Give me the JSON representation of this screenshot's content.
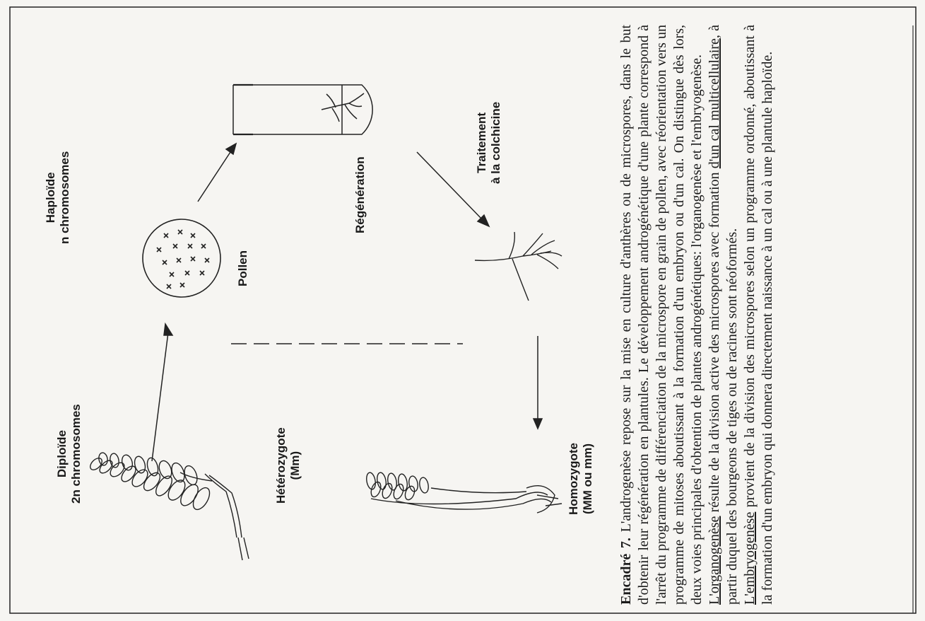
{
  "diagram": {
    "diploid_label": [
      "Diploïde",
      "2n chromosomes"
    ],
    "heterozygote_label": [
      "Hétérozygote",
      "(Mm)"
    ],
    "haploid_label": [
      "Haploïde",
      "n chromosomes"
    ],
    "pollen_label": "Pollen",
    "regeneration_label": "Régénération",
    "colchicine_label": [
      "Traitement",
      "à la colchicine"
    ],
    "homozygote_label": [
      "Homozygote",
      "(MM ou mm)"
    ]
  },
  "caption": {
    "title": "Encadré 7.",
    "paragraph1": "L'androgenèse repose sur la mise en culture d'anthères ou de microspores, dans le but d'obtenir leur régénération en plantules. Le développement androgénétique d'une plante correspond à l'arrêt du programme de différenciation de la microspore en grain de pollen, avec réorientation vers un programme de mitoses aboutissant à la formation d'un embryon ou d'un cal. On distingue dès lors, deux voies principales d'obtention de plantes androgénétiques: l'organogenèse et l'embryogenèse.",
    "organogenese_term": "L'organogenèse",
    "paragraph2_a": "résulte de la division active des microspores avec formation",
    "paragraph2_underlined": "d'un cal multicellulaire",
    "paragraph2_b": ", à partir duquel des bourgeons de tiges ou de racines sont néoformés.",
    "embryogenese_term": "L'embryogenèse",
    "paragraph3": "provient de la division des microspores selon un programme ordonné, aboutissant à la formation d'un embryon qui donnera directement naissance à un cal ou à une plantule haploïde."
  }
}
